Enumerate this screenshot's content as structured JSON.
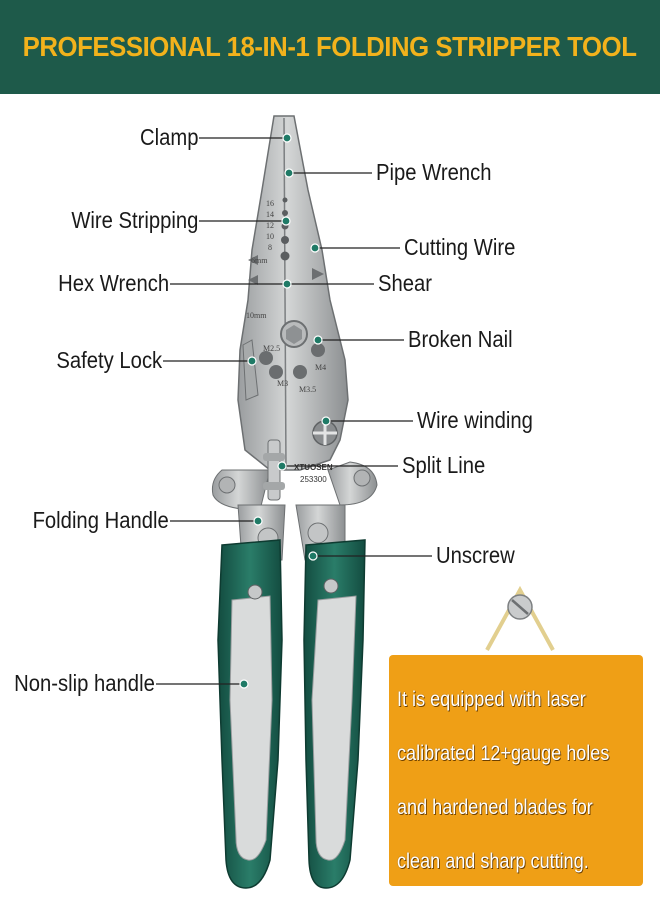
{
  "header": {
    "title": "PROFESSIONAL 18-IN-1 FOLDING STRIPPER TOOL"
  },
  "colors": {
    "header_bg": "#1e5a4a",
    "title": "#f2b21c",
    "handle": "#1f6b5a",
    "box": "#ef9f16"
  },
  "labels": {
    "clamp": "Clamp",
    "pipe_wrench": "Pipe Wrench",
    "wire_stripping": "Wire Stripping",
    "cutting_wire": "Cutting Wire",
    "hex_wrench": "Hex Wrench",
    "shear": "Shear",
    "broken_nail": "Broken Nail",
    "safety_lock": "Safety Lock",
    "wire_winding": "Wire winding",
    "split_line": "Split Line",
    "folding_handle": "Folding Handle",
    "unscrew": "Unscrew",
    "non_slip_handle": "Non-slip handle"
  },
  "tool_markings": {
    "gauges": [
      "16",
      "14",
      "12",
      "10",
      "8"
    ],
    "size_6mm": "6mm",
    "size_10mm": "10mm",
    "m25": "M2.5",
    "m3": "M3",
    "m35": "M3.5",
    "m4": "M4",
    "brand": "XTUOSEN",
    "model": "253300"
  },
  "info": {
    "lines": [
      "It is equipped with laser",
      "calibrated 12+gauge holes",
      "and hardened blades for",
      "clean and sharp cutting."
    ]
  }
}
